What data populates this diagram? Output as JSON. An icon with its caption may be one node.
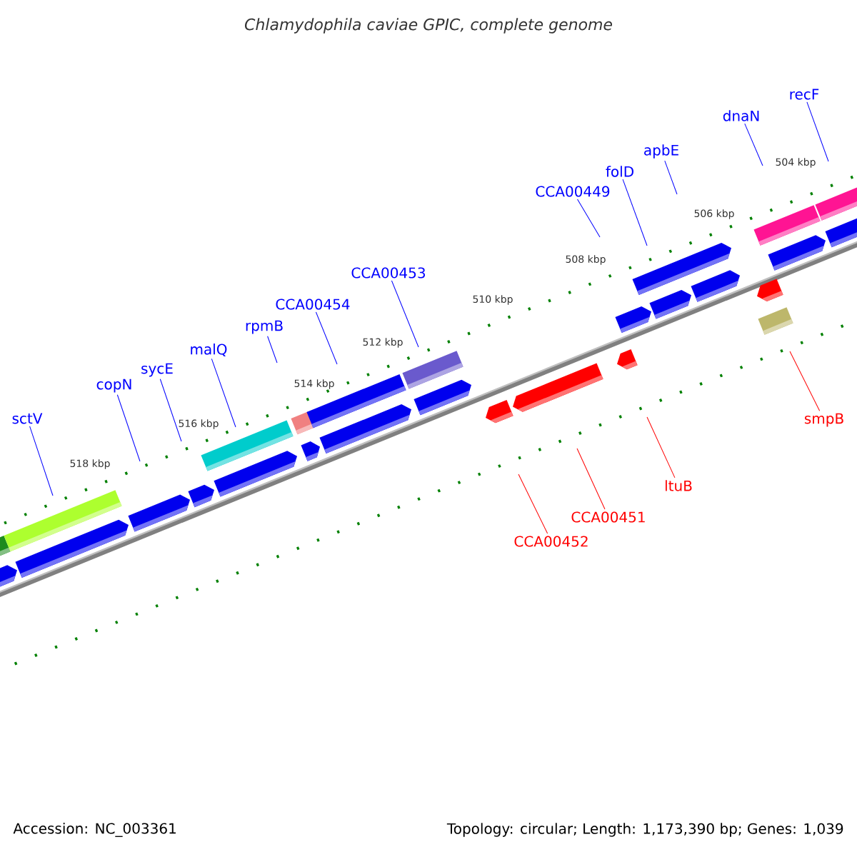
{
  "diagram": {
    "title": "Chlamydophila caviae GPIC, complete genome",
    "nodes": [
      {
        "text": [
          "sctV"
        ]
      },
      {
        "text": [
          "copN"
        ]
      },
      {
        "text": [
          "sycE"
        ]
      },
      {
        "text": [
          "malQ"
        ]
      },
      {
        "text": [
          "rpmB"
        ]
      },
      {
        "text": [
          "CCA00454"
        ]
      },
      {
        "text": [
          "CCA00453"
        ]
      },
      {
        "text": [
          "CCA00449"
        ]
      },
      {
        "text": [
          "folD"
        ]
      },
      {
        "text": [
          "apbE"
        ]
      },
      {
        "text": [
          "dnaN"
        ]
      },
      {
        "text": [
          "recF"
        ]
      },
      {
        "text": [
          "smpB"
        ]
      },
      {
        "text": [
          "ltuB"
        ]
      },
      {
        "text": [
          "CCA00451"
        ]
      },
      {
        "text": [
          "CCA00452"
        ]
      }
    ],
    "edges": [
      {
        "from": 0,
        "to": null,
        "arrow": "none"
      },
      {
        "from": 1,
        "to": null,
        "arrow": "none"
      },
      {
        "from": 2,
        "to": null,
        "arrow": "none"
      },
      {
        "from": 3,
        "to": null,
        "arrow": "none"
      },
      {
        "from": 4,
        "to": null,
        "arrow": "none"
      },
      {
        "from": 5,
        "to": null,
        "arrow": "none"
      },
      {
        "from": 6,
        "to": null,
        "arrow": "none"
      },
      {
        "from": 7,
        "to": null,
        "arrow": "none"
      },
      {
        "from": 8,
        "to": null,
        "arrow": "none"
      },
      {
        "from": 9,
        "to": null,
        "arrow": "none"
      },
      {
        "from": 10,
        "to": null,
        "arrow": "none"
      },
      {
        "from": 11,
        "to": null,
        "arrow": "none"
      },
      {
        "from": 12,
        "to": null,
        "arrow": "none",
        "color": "#ff0000"
      },
      {
        "from": 13,
        "to": null,
        "arrow": "none",
        "color": "#ff0000"
      },
      {
        "from": 14,
        "to": null,
        "arrow": "none",
        "color": "#ff0000"
      },
      {
        "from": 15,
        "to": null,
        "arrow": "none",
        "color": "#ff0000"
      }
    ],
    "labels": [
      "504 kbp",
      "506 kbp",
      "508 kbp",
      "510 kbp",
      "512 kbp",
      "514 kbp",
      "516 kbp",
      "518 kbp",
      "Accession: NC_003361",
      "Topology: circular; Length: 1,173,390 bp; Genes: 1,039"
    ]
  }
}
